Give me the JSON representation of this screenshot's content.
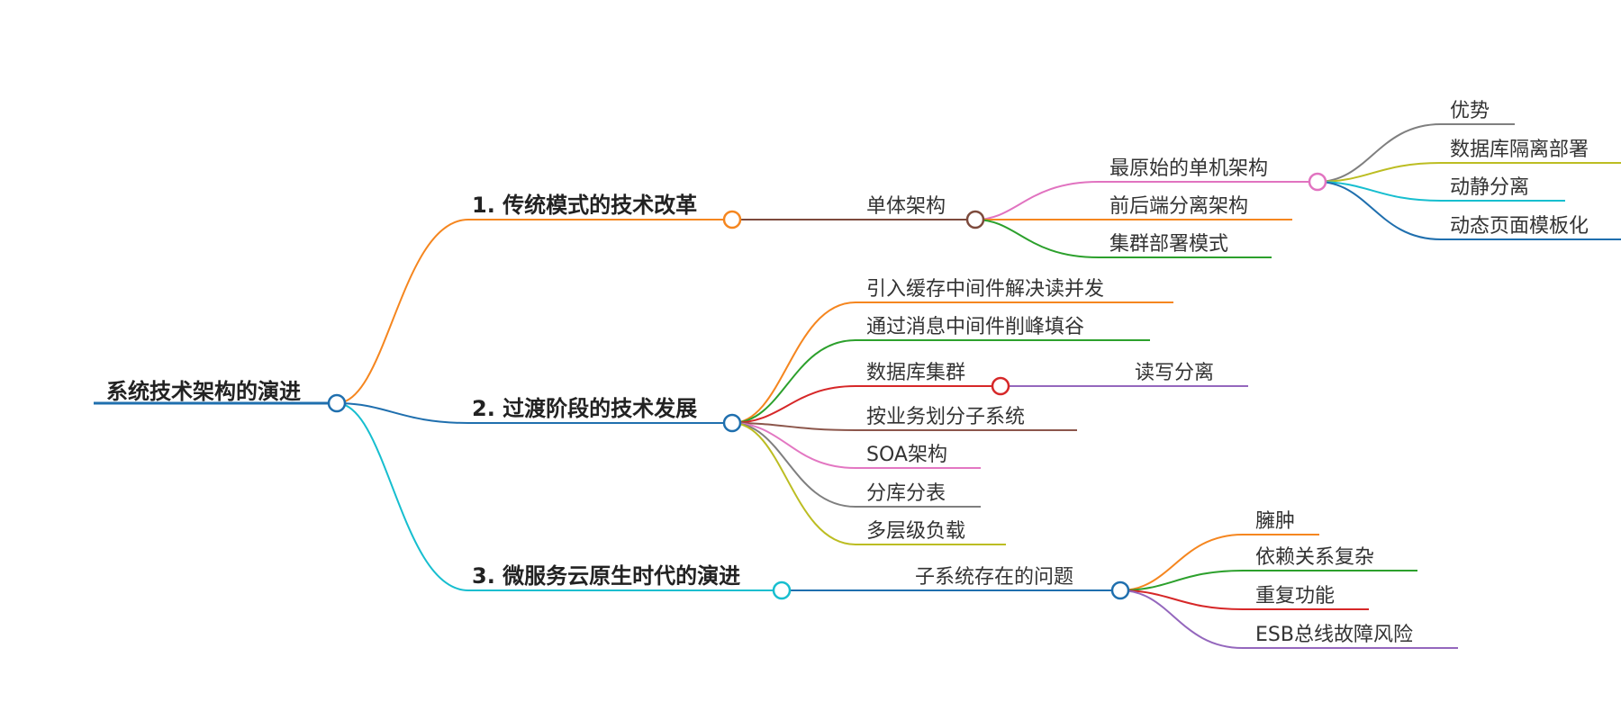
{
  "root": {
    "label": "系统技术架构的演进"
  },
  "branches": [
    {
      "label": "1. 传统模式的技术改革",
      "color": "#f5861f",
      "children": [
        {
          "label": "单体架构",
          "color": "#7d4a3c",
          "children": [
            {
              "label": "最原始的单机架构",
              "color": "#e173c0",
              "children": [
                {
                  "label": "优势",
                  "color": "#7f7f7f"
                },
                {
                  "label": "数据库隔离部署",
                  "color": "#bcbd22"
                },
                {
                  "label": "动静分离",
                  "color": "#17becf"
                },
                {
                  "label": "动态页面模板化",
                  "color": "#1f6fae"
                }
              ]
            },
            {
              "label": "前后端分离架构",
              "color": "#f5861f"
            },
            {
              "label": "集群部署模式",
              "color": "#2ca02c"
            }
          ]
        }
      ]
    },
    {
      "label": "2. 过渡阶段的技术发展",
      "color": "#1f6fae",
      "children": [
        {
          "label": "引入缓存中间件解决读并发",
          "color": "#f5861f"
        },
        {
          "label": "通过消息中间件削峰填谷",
          "color": "#2ca02c"
        },
        {
          "label": "数据库集群",
          "color": "#d62728",
          "children": [
            {
              "label": "读写分离",
              "color": "#9467bd"
            }
          ]
        },
        {
          "label": "按业务划分子系统",
          "color": "#8c564b"
        },
        {
          "label": "SOA架构",
          "color": "#e377c2"
        },
        {
          "label": "分库分表",
          "color": "#7f7f7f"
        },
        {
          "label": "多层级负载",
          "color": "#bcbd22"
        }
      ]
    },
    {
      "label": "3. 微服务云原生时代的演进",
      "color": "#17becf",
      "children": [
        {
          "label": "子系统存在的问题",
          "color": "#1f6fae",
          "children": [
            {
              "label": "臃肿",
              "color": "#f5861f"
            },
            {
              "label": "依赖关系复杂",
              "color": "#2ca02c"
            },
            {
              "label": "重复功能",
              "color": "#d62728"
            },
            {
              "label": "ESB总线故障风险",
              "color": "#9467bd"
            }
          ]
        }
      ]
    }
  ]
}
